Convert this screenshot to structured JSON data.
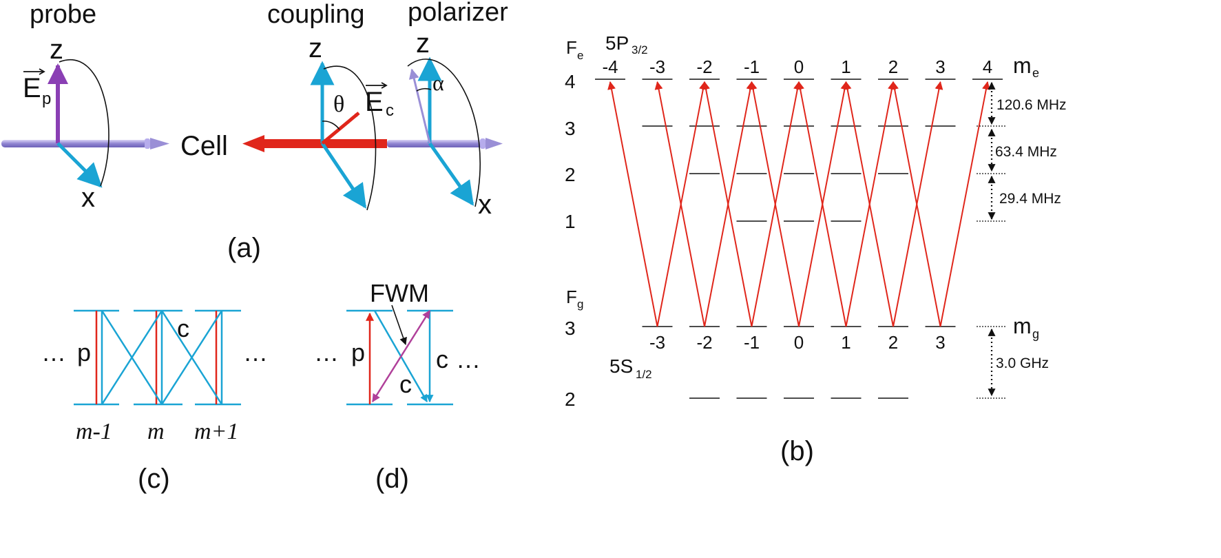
{
  "panel_a": {
    "probe_label": "probe",
    "coupling_label": "coupling",
    "polarizer_label": "polarizer",
    "cell_label": "Cell",
    "z_label": "z",
    "x_label": "x",
    "ep_label": "E",
    "ep_sub": "p",
    "ec_label": "E",
    "ec_sub": "c",
    "theta": "θ",
    "alpha": "α",
    "caption": "(a)"
  },
  "panel_b": {
    "fe_label": "F",
    "fe_sub": "e",
    "fg_label": "F",
    "fg_sub": "g",
    "excited_state": "5P",
    "excited_sub": "3/2",
    "ground_state": "5S",
    "ground_sub": "1/2",
    "me_label": "m",
    "me_sub": "e",
    "mg_label": "m",
    "mg_sub": "g",
    "fe_levels": [
      "4",
      "3",
      "2",
      "1"
    ],
    "fg_levels": [
      "3",
      "2"
    ],
    "me_values": [
      "-4",
      "-3",
      "-2",
      "-1",
      "0",
      "1",
      "2",
      "3",
      "4"
    ],
    "mg_values": [
      "-3",
      "-2",
      "-1",
      "0",
      "1",
      "2",
      "3"
    ],
    "splitting_1": "120.6 MHz",
    "splitting_2": "63.4 MHz",
    "splitting_3": "29.4 MHz",
    "splitting_ground": "3.0 GHz",
    "caption": "(b)"
  },
  "panel_c": {
    "dots_left": "…",
    "p_label": "p",
    "c_label": "c",
    "dots_right": "…",
    "m_minus_1": "m-1",
    "m": "m",
    "m_plus_1": "m+1",
    "caption": "(c)"
  },
  "panel_d": {
    "dots_left": "…",
    "p_label": "p",
    "fwm_label": "FWM",
    "c_label_right": "c",
    "c_label_diag": "c",
    "dots_right": "…",
    "caption": "(d)"
  },
  "colors": {
    "red": "#e0261b",
    "cyan": "#1aa4d4",
    "purple": "#8a3fb4",
    "lavender": "#9a8fd6",
    "magenta": "#b0409a"
  }
}
